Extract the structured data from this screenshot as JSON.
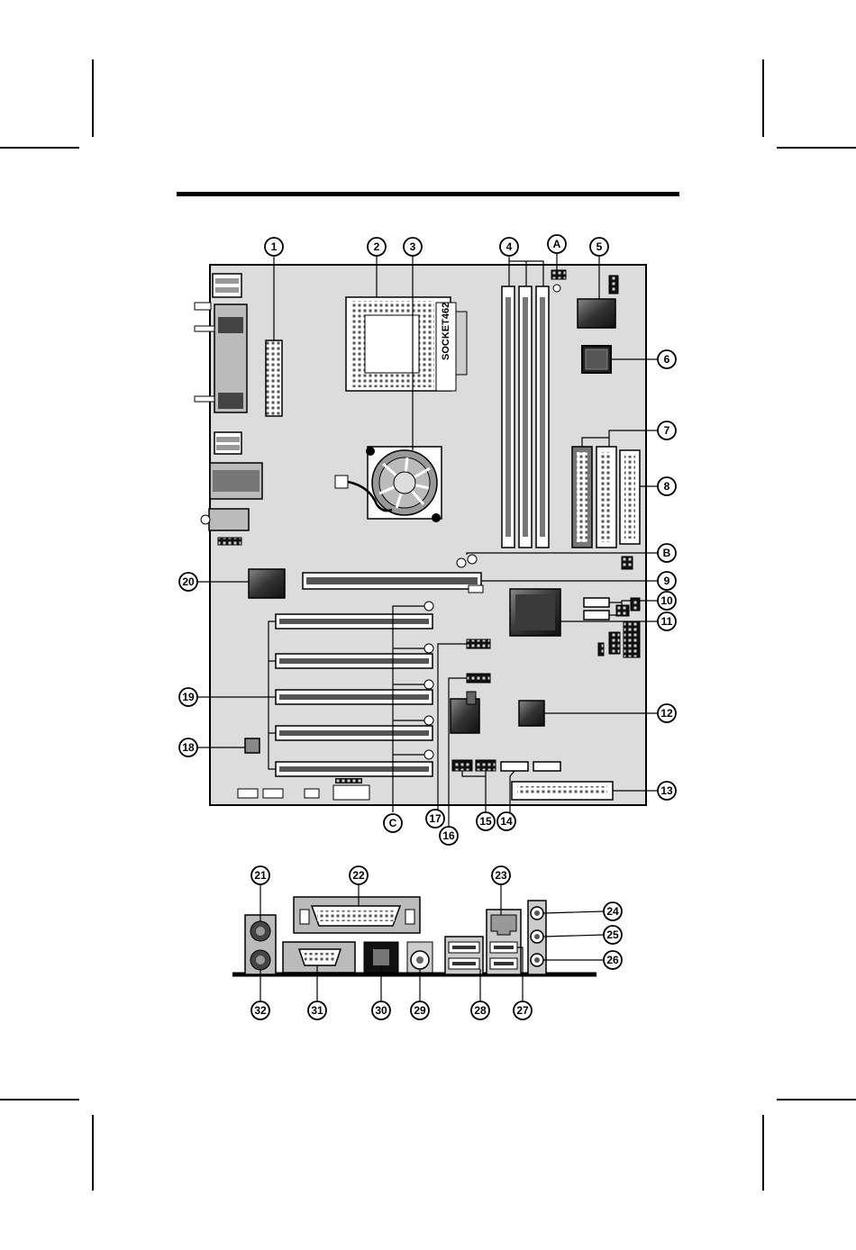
{
  "board": {
    "socket_label": "SOCKET462",
    "callouts": [
      "1",
      "2",
      "3",
      "4",
      "A",
      "5",
      "6",
      "7",
      "8",
      "B",
      "9",
      "10",
      "11",
      "12",
      "13",
      "14",
      "15",
      "16",
      "17",
      "C",
      "18",
      "19",
      "20"
    ]
  },
  "back_panel": {
    "callouts": [
      "21",
      "22",
      "23",
      "24",
      "25",
      "26",
      "27",
      "28",
      "29",
      "30",
      "31",
      "32"
    ]
  },
  "colors": {
    "board": "#dcdcdc",
    "ink": "#000000",
    "chip": "#4a4a4a",
    "slot": "#ffffff"
  }
}
